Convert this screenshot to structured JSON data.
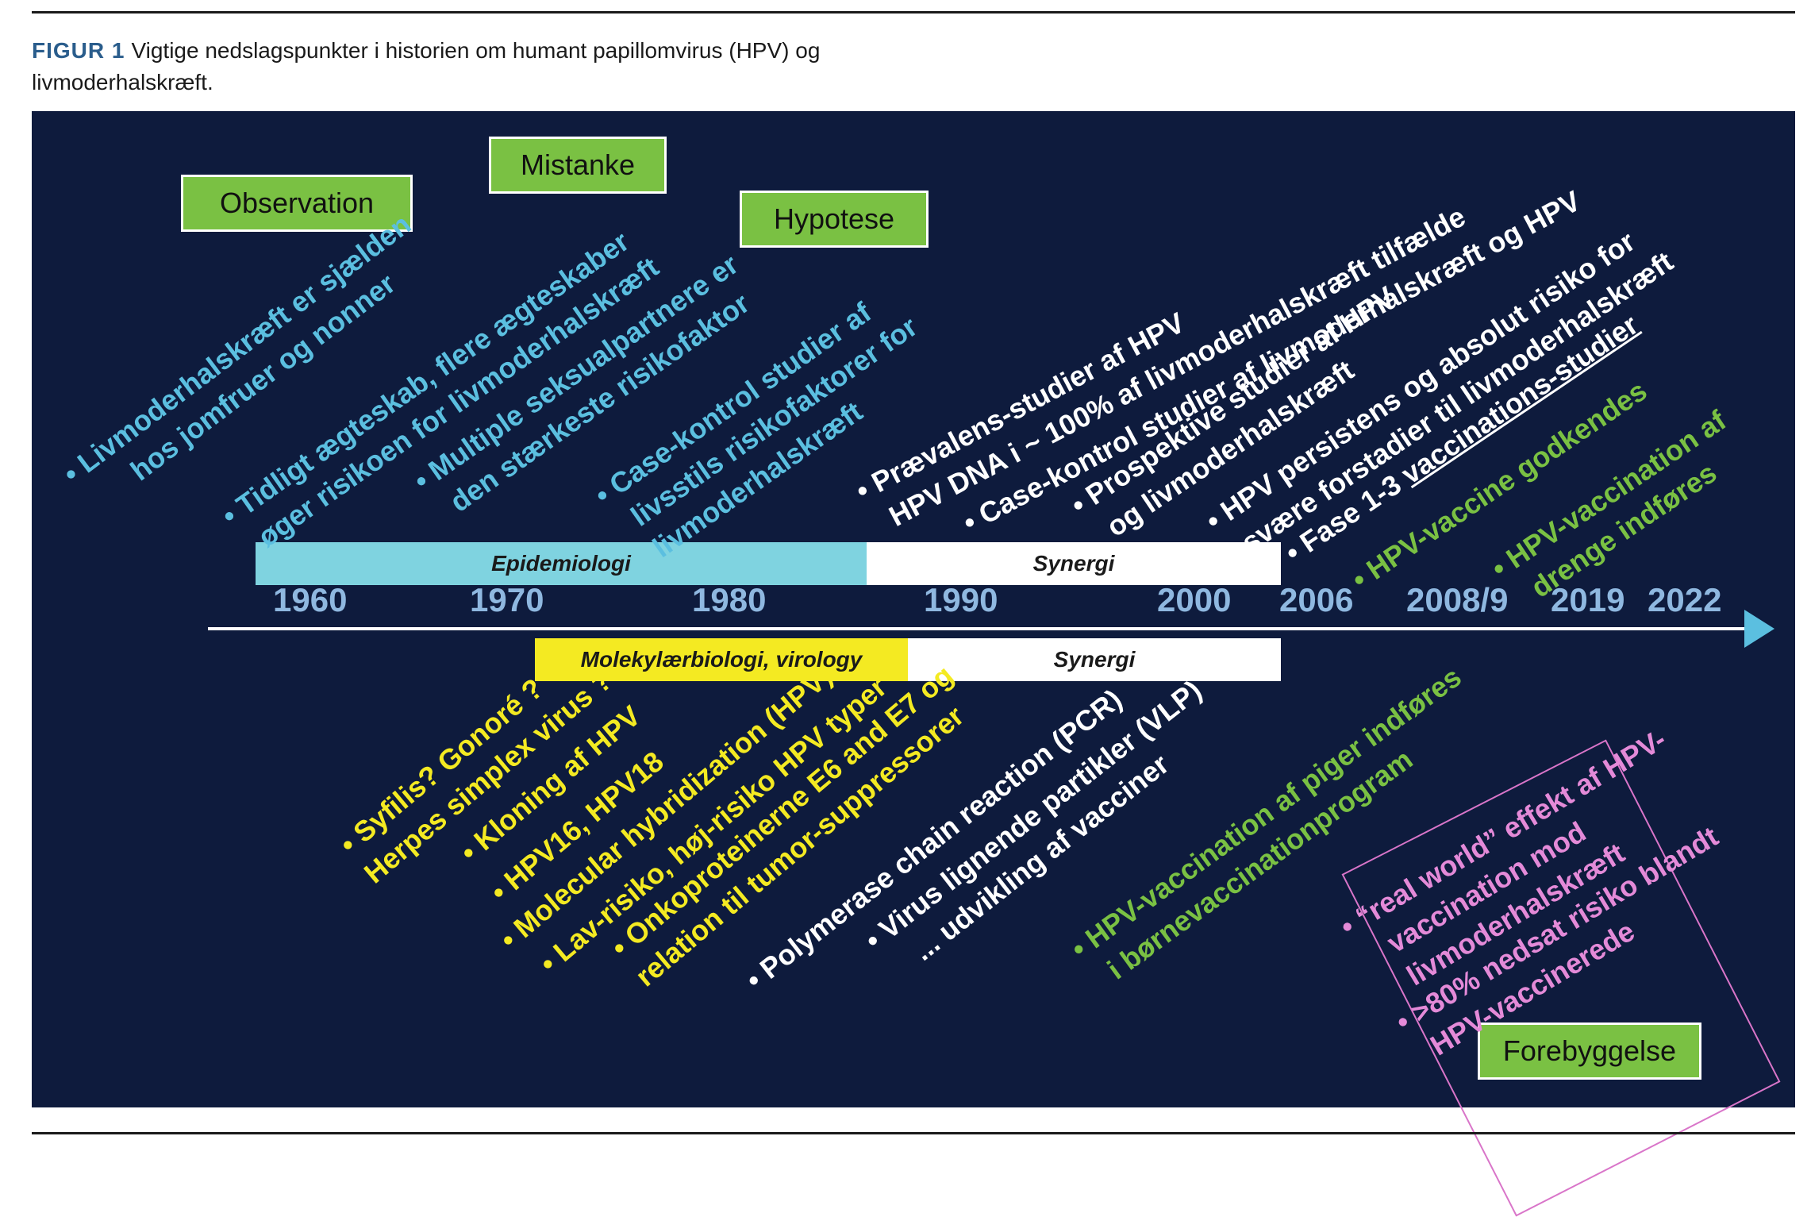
{
  "caption": {
    "label": "FIGUR 1",
    "text": "Vigtige nedslagspunkter i historien om humant papillomvirus (HPV) og livmoderhalskræft."
  },
  "stages": {
    "observation": "Observation",
    "mistanke": "Mistanke",
    "hypotese": "Hypotese",
    "forebyggelse": "Forebyggelse"
  },
  "bars": {
    "epidemiologi": "Epidemiologi",
    "synergi_top": "Synergi",
    "molekylaer": "Molekylærbiologi, virology",
    "synergi_bottom": "Synergi"
  },
  "years": [
    "1960",
    "1970",
    "1980",
    "1990",
    "2000",
    "2006",
    "2008/9",
    "2019",
    "2022"
  ],
  "top_items": {
    "t1": [
      "• Livmoderhalskræft er sjælden",
      "hos jomfruer og nonner"
    ],
    "t2": [
      "• Tidligt ægteskab, flere ægteskaber",
      "øger risikoen for livmoderhalskræft"
    ],
    "t3": [
      "• Multiple seksualpartnere er",
      "den stærkeste risikofaktor"
    ],
    "t4": [
      "• Case-kontrol studier af",
      "livsstils risikofaktorer for",
      "livmoderhalskræft"
    ],
    "t5": [
      "• Prævalens-studier af HPV",
      "HPV DNA i ~ 100% af livmoderhalskræft tilfælde"
    ],
    "t6": [
      "• Case-kontrol studier af livmoderhalskræft og HPV"
    ],
    "t7": [
      "• Prospektive studier af HPV",
      "og livmoderhalskræft"
    ],
    "t8": [
      "• HPV persistens og absolut risiko for",
      "svære forstadier til livmoderhalskræft"
    ],
    "t9_prefix": "• Fase 1-3 ",
    "t9_underlined": "vaccinations-studier",
    "t10": [
      "• HPV-vaccine godkendes"
    ],
    "t11": [
      "• HPV-vaccination af",
      "drenge indføres"
    ]
  },
  "bottom_items": {
    "b1": [
      "• Syfilis? Gonoré ?",
      "Herpes simplex virus ?"
    ],
    "b2": [
      "• Kloning af HPV"
    ],
    "b3": [
      "• HPV16,  HPV18"
    ],
    "b4": [
      "• Molecular hybridization (HPV)"
    ],
    "b5": [
      "• Lav-risiko, høj-risiko HPV typer"
    ],
    "b6": [
      "• Onkoproteinerne E6 and E7 og",
      "relation til tumor-suppressorer"
    ],
    "b7": [
      "•    Polymerase chain reaction (PCR)"
    ],
    "b8": [
      "• Virus lignende partikler (VLP)",
      "... udvikling af vacciner"
    ],
    "b9": [
      "• HPV-vaccination af piger indføres",
      "i børnevaccinationprogram"
    ],
    "b10": [
      "• “real world” effekt af HPV-",
      "vaccination mod",
      "livmoderhalskræft"
    ],
    "b11": [
      "• >80% nedsat risiko blandt",
      "HPV-vaccinerede"
    ]
  },
  "colors": {
    "background": "#0e1b3d",
    "stage_box": "#7ac143",
    "epidemiologi_bar": "#7fd3e0",
    "molekylaer_bar": "#f4ea22",
    "cyan_text": "#5bbfe0",
    "yellow_text": "#f4ea22",
    "green_text": "#7ac143",
    "pink_text": "#e48ad8",
    "axis_arrow": "#5bbfe0"
  }
}
